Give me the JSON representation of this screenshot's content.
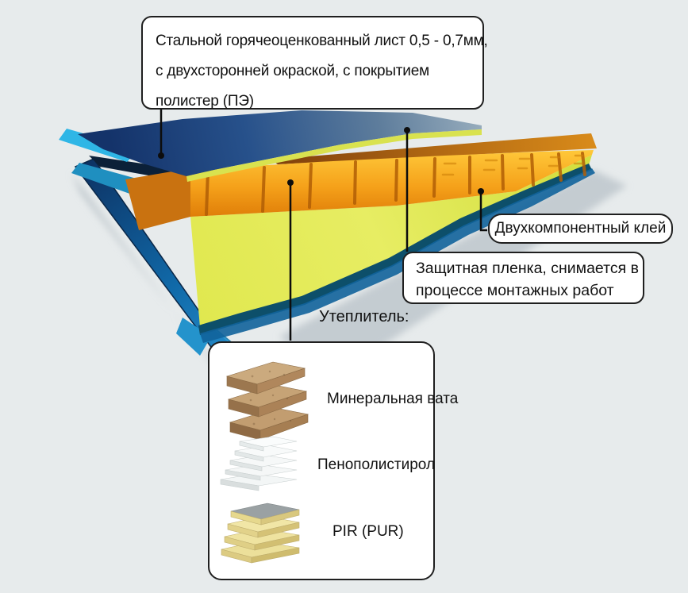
{
  "callouts": {
    "steel_sheet": {
      "lines": [
        "Стальной горячеоценкованный лист 0,5 - 0,7мм,",
        "с двухсторонней окраской, с покрытием",
        "полистер (ПЭ)"
      ]
    },
    "adhesive": {
      "text": "Двухкомпонентный клей"
    },
    "protective_film": {
      "lines": [
        "Защитная пленка, снимается в",
        "процессе монтажных работ"
      ]
    },
    "insulation": {
      "title": "Утеплитель:",
      "types": [
        {
          "label": "Минеральная вата",
          "icon": "mineral-wool-image"
        },
        {
          "label": "Пенополистирол",
          "icon": "polystyrene-foam-image"
        },
        {
          "label": "PIR (PUR)",
          "icon": "pir-pur-image"
        }
      ]
    }
  },
  "colors": {
    "background": "#e7ebec",
    "sheet_navy": "#1a3e75",
    "sheet_steel": "#8ba3b5",
    "edge_cyan": "#2fb6e6",
    "insulation_orange": "#f5a11a",
    "film_yellow": "#dde74f",
    "film_edge_teal": "#0d4f6a",
    "bottom_sheet_blue": "#1b86c8",
    "callout_border": "#1f1f1f",
    "text": "#111111"
  }
}
